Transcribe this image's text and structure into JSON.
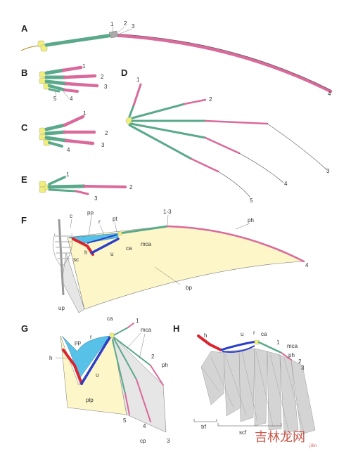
{
  "panels": {
    "A": {
      "letter": "A",
      "labels": [
        "1",
        "2",
        "3",
        "4"
      ]
    },
    "B": {
      "letter": "B",
      "labels": [
        "1",
        "2",
        "3",
        "4",
        "5"
      ]
    },
    "C": {
      "letter": "C",
      "labels": [
        "1",
        "2",
        "3",
        "4"
      ]
    },
    "D": {
      "letter": "D",
      "labels": [
        "1",
        "2",
        "3",
        "4",
        "5"
      ]
    },
    "E": {
      "letter": "E",
      "labels": [
        "1",
        "2",
        "3"
      ]
    },
    "F": {
      "letter": "F",
      "labels": {
        "c": "c",
        "pp": "pp",
        "r": "r",
        "pt": "pt",
        "l13": "1-3",
        "ph": "ph",
        "sc": "sc",
        "h": "h",
        "u": "u",
        "ca": "ca",
        "mca": "mca",
        "d4": "4",
        "bp": "bp",
        "up": "up"
      }
    },
    "G": {
      "letter": "G",
      "labels": {
        "ca": "ca",
        "d1": "1",
        "mca": "mca",
        "pp": "pp",
        "r": "r",
        "h": "h",
        "u": "u",
        "d2": "2",
        "ph": "ph",
        "plp": "plp",
        "d5": "5",
        "d4": "4",
        "cp": "cp",
        "d3": "3"
      }
    },
    "H": {
      "letter": "H",
      "labels": {
        "h": "h",
        "u": "u",
        "r": "r",
        "ca": "ca",
        "d1": "1",
        "mca": "mca",
        "ph": "ph",
        "d2": "2",
        "d3": "3",
        "trf": "trf",
        "scf": "scf"
      }
    }
  },
  "watermark": {
    "text": "吉林龙网",
    "sub": "jilin"
  },
  "colors": {
    "carpal": "#f2ee7a",
    "metacarpal": "#7cc7a4",
    "phalanx": "#e989b5",
    "humerus": "#d9252f",
    "ulna": "#2a3ec9",
    "patagium": "#fdf6c8",
    "propatagium": "#58c1e8",
    "feather": "#cfcfcf"
  }
}
